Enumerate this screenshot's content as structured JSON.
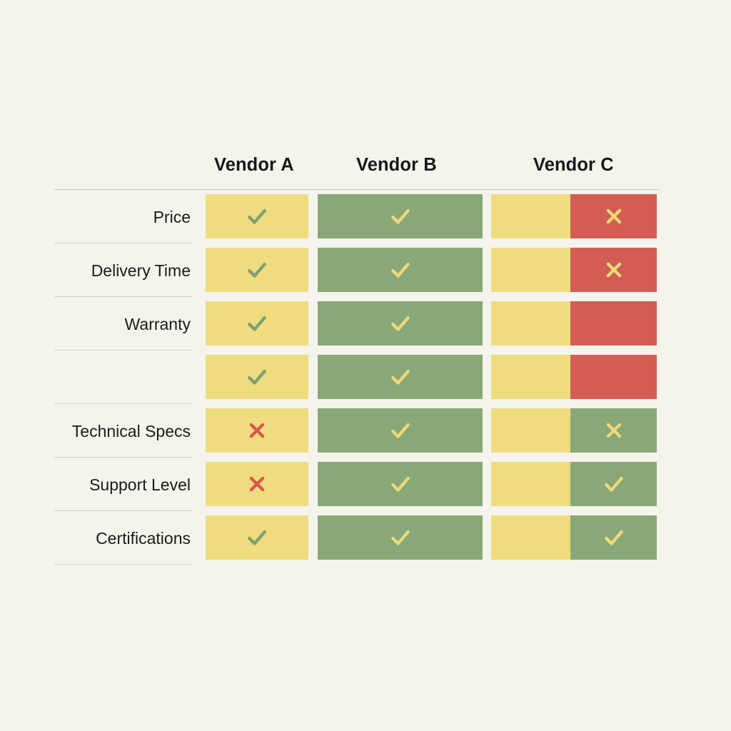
{
  "header": {
    "columns": [
      {
        "label": "Vendor A"
      },
      {
        "label": "Vendor B"
      },
      {
        "label": "Vendor C"
      }
    ]
  },
  "colors": {
    "background": "#F4F4EC",
    "yellow": "#EFDC7E",
    "green": "#88A877",
    "red": "#D45D53",
    "check_on_yellow": "#7FA070",
    "check_on_green": "#EFD97B",
    "x_on_yellow": "#D9564C",
    "x_on_red": "#EFD97B",
    "x_on_green": "#EFD97B",
    "divider": "#D2D2CD",
    "header_text": "#17181A",
    "label_text": "#1A1B1D"
  },
  "rows": [
    {
      "label": "Price",
      "vendor_a": {
        "fill": "yellow",
        "icon": "check-icon",
        "icon_color": "#7FA070"
      },
      "vendor_b": {
        "fill": "green",
        "icon": "check-icon",
        "icon_color": "#EFD97B"
      },
      "vendor_c_left": {
        "fill": "yellow",
        "icon": "none",
        "icon_color": ""
      },
      "vendor_c_right": {
        "fill": "red",
        "icon": "x-icon",
        "icon_color": "#EFD97B"
      }
    },
    {
      "label": "Delivery Time",
      "vendor_a": {
        "fill": "yellow",
        "icon": "check-icon",
        "icon_color": "#7FA070"
      },
      "vendor_b": {
        "fill": "green",
        "icon": "check-icon",
        "icon_color": "#EFD97B"
      },
      "vendor_c_left": {
        "fill": "yellow",
        "icon": "none",
        "icon_color": ""
      },
      "vendor_c_right": {
        "fill": "red",
        "icon": "x-icon",
        "icon_color": "#EFD97B"
      }
    },
    {
      "label": "Warranty",
      "vendor_a": {
        "fill": "yellow",
        "icon": "check-icon",
        "icon_color": "#7FA070"
      },
      "vendor_b": {
        "fill": "green",
        "icon": "check-icon",
        "icon_color": "#EFD97B"
      },
      "vendor_c_left": {
        "fill": "yellow",
        "icon": "none",
        "icon_color": ""
      },
      "vendor_c_right": {
        "fill": "red",
        "icon": "none",
        "icon_color": ""
      }
    },
    {
      "label": "",
      "vendor_a": {
        "fill": "yellow",
        "icon": "check-icon",
        "icon_color": "#7FA070"
      },
      "vendor_b": {
        "fill": "green",
        "icon": "check-icon",
        "icon_color": "#EFD97B"
      },
      "vendor_c_left": {
        "fill": "yellow",
        "icon": "none",
        "icon_color": ""
      },
      "vendor_c_right": {
        "fill": "red",
        "icon": "none",
        "icon_color": ""
      }
    },
    {
      "label": "Technical Specs",
      "vendor_a": {
        "fill": "yellow",
        "icon": "x-icon",
        "icon_color": "#D9564C"
      },
      "vendor_b": {
        "fill": "green",
        "icon": "check-icon",
        "icon_color": "#EFD97B"
      },
      "vendor_c_left": {
        "fill": "yellow",
        "icon": "none",
        "icon_color": ""
      },
      "vendor_c_right": {
        "fill": "green",
        "icon": "x-icon",
        "icon_color": "#EFD97B"
      }
    },
    {
      "label": "Support Level",
      "vendor_a": {
        "fill": "yellow",
        "icon": "x-icon",
        "icon_color": "#D9564C"
      },
      "vendor_b": {
        "fill": "green",
        "icon": "check-icon",
        "icon_color": "#EFD97B"
      },
      "vendor_c_left": {
        "fill": "yellow",
        "icon": "none",
        "icon_color": ""
      },
      "vendor_c_right": {
        "fill": "green",
        "icon": "check-icon",
        "icon_color": "#EFD97B"
      }
    },
    {
      "label": "Certifications",
      "vendor_a": {
        "fill": "yellow",
        "icon": "check-icon",
        "icon_color": "#7FA070"
      },
      "vendor_b": {
        "fill": "green",
        "icon": "check-icon",
        "icon_color": "#EFD97B"
      },
      "vendor_c_left": {
        "fill": "yellow",
        "icon": "none",
        "icon_color": ""
      },
      "vendor_c_right": {
        "fill": "green",
        "icon": "check-icon",
        "icon_color": "#EFD97B"
      }
    }
  ]
}
